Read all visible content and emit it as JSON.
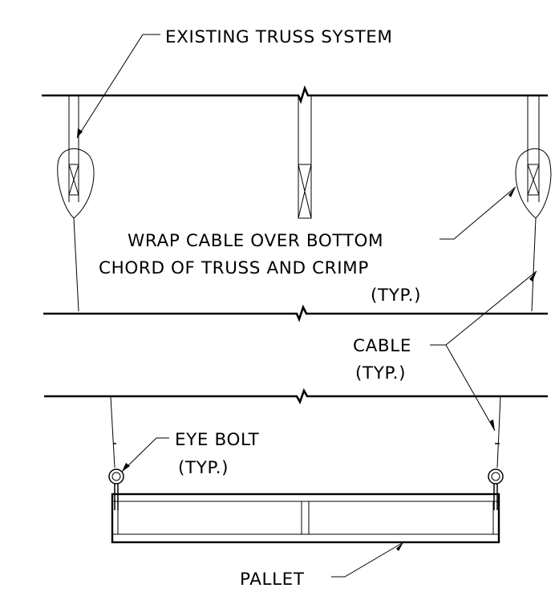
{
  "labels": {
    "existing_truss": "EXISTING TRUSS SYSTEM",
    "wrap_cable_line1": "WRAP CABLE OVER BOTTOM",
    "wrap_cable_line2": "CHORD OF TRUSS AND CRIMP",
    "wrap_cable_line3": "(TYP.)",
    "cable_line1": "CABLE",
    "cable_line2": "(TYP.)",
    "eye_bolt_line1": "EYE BOLT",
    "eye_bolt_line2": "(TYP.)",
    "pallet": "PALLET"
  }
}
